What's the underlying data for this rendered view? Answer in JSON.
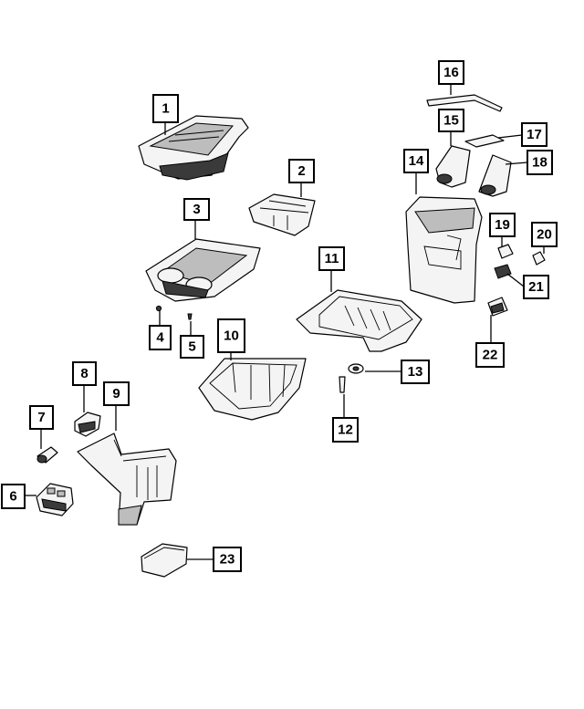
{
  "diagram": {
    "callouts": [
      "1",
      "2",
      "3",
      "4",
      "5",
      "6",
      "7",
      "8",
      "9",
      "10",
      "11",
      "12",
      "13",
      "14",
      "15",
      "16",
      "17",
      "18",
      "19",
      "20",
      "21",
      "22",
      "23"
    ]
  },
  "colors": {
    "line": "#000000",
    "background": "#ffffff",
    "part_fill": "#f4f4f4"
  }
}
